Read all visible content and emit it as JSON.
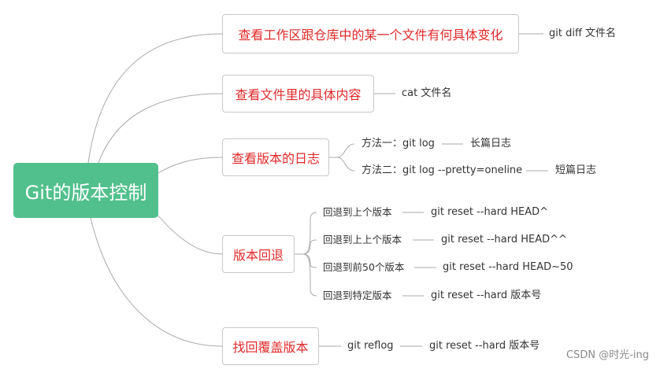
{
  "root": {
    "label": "Git的版本控制"
  },
  "branches": [
    {
      "label": "查看工作区跟仓库中的某一个文件有何具体变化",
      "detail": "git diff 文件名"
    },
    {
      "label": "查看文件里的具体内容",
      "detail": "cat 文件名"
    },
    {
      "label": "查看版本的日志",
      "methods": [
        {
          "cmd": "方法一：git log",
          "note": "长篇日志"
        },
        {
          "cmd": "方法二：git log --pretty=oneline",
          "note": "短篇日志"
        }
      ]
    },
    {
      "label": "版本回退",
      "items": [
        {
          "desc": "回退到上个版本",
          "cmd": "git reset --hard HEAD^"
        },
        {
          "desc": "回退到上上个版本",
          "cmd": "git reset --hard HEAD^^"
        },
        {
          "desc": "回退到前50个版本",
          "cmd": "git reset --hard HEAD~50"
        },
        {
          "desc": "回退到特定版本",
          "cmd": "git reset --hard 版本号"
        }
      ]
    },
    {
      "label": "找回覆盖版本",
      "step1": "git reflog",
      "step2": "git reset --hard 版本号"
    }
  ],
  "watermark": "CSDN @时光-ing",
  "colors": {
    "root_bg": "#52c08c",
    "branch_text": "#e02a2a",
    "line": "#aaaaaa"
  }
}
